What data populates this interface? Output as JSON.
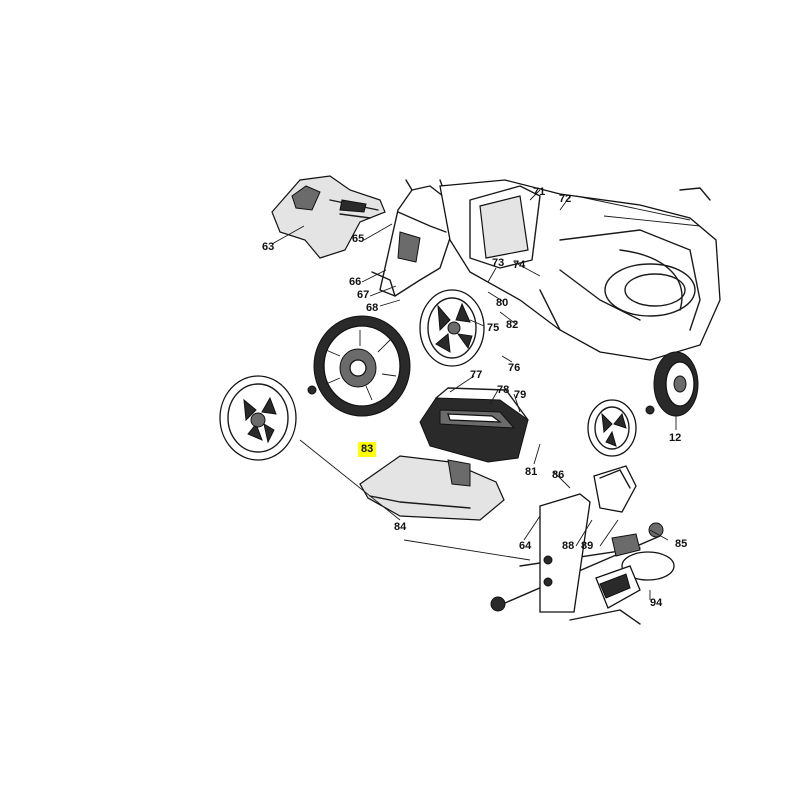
{
  "highlight_color": "#ffff00",
  "diagram": {
    "part_labels": [
      "63",
      "65",
      "66",
      "67",
      "68",
      "71",
      "72",
      "73",
      "74",
      "75",
      "76",
      "77",
      "78",
      "79",
      "80",
      "81",
      "82",
      "83",
      "84",
      "85",
      "86",
      "88",
      "89",
      "94",
      "12",
      "64"
    ],
    "highlighted_part": "83"
  }
}
